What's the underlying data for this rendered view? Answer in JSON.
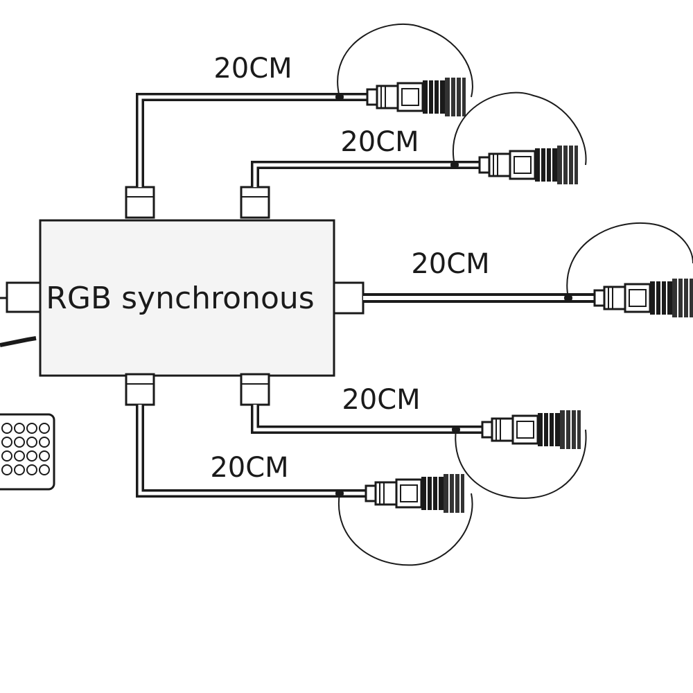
{
  "hub": {
    "title": "RGB synchronous"
  },
  "cables": [
    {
      "id": "top-left",
      "length_label": "20CM"
    },
    {
      "id": "top-right",
      "length_label": "20CM"
    },
    {
      "id": "right",
      "length_label": "20CM"
    },
    {
      "id": "bottom-right",
      "length_label": "20CM"
    },
    {
      "id": "bottom-left",
      "length_label": "20CM"
    }
  ],
  "colors": {
    "line": "#1a1a1a",
    "box_fill": "#f4f4f4",
    "background": "#ffffff"
  }
}
